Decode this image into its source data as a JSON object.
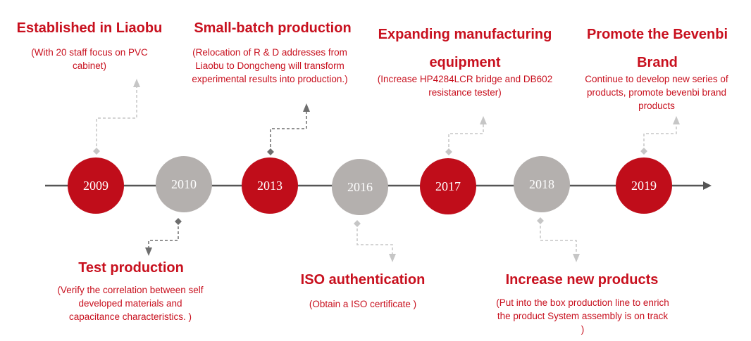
{
  "milestones": [
    {
      "year": "2009",
      "title": "Established in Liaobu",
      "desc": "(With 20 staff focus on PVC cabinet)"
    },
    {
      "year": "2010",
      "title": "Test production",
      "desc": "(Verify the correlation between self developed materials and capacitance characteristics. )"
    },
    {
      "year": "2013",
      "title": "Small-batch production",
      "desc": "(Relocation of R & D addresses from Liaobu to Dongcheng will transform experimental results into production.)"
    },
    {
      "year": "2016",
      "title": "ISO authentication",
      "desc": "(Obtain a ISO certificate )"
    },
    {
      "year": "2017",
      "title": "Expanding manufacturing equipment",
      "desc": "(Increase HP4284LCR bridge and DB602 resistance tester)"
    },
    {
      "year": "2018",
      "title": "Increase new products",
      "desc": "(Put into the box production line to enrich the product System assembly is on track )"
    },
    {
      "year": "2019",
      "title": "Promote the Bevenbi Brand",
      "desc": "Continue to develop new series of products, promote bevenbi brand products"
    }
  ],
  "colors": {
    "accent": "#c00d1a",
    "gray": "#b4b0ae",
    "axis": "#555555"
  }
}
